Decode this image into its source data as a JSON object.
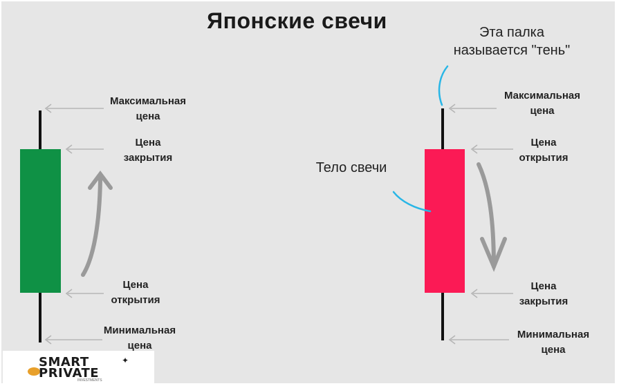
{
  "title": "Японские свечи",
  "bullish": {
    "color": "#0f9145",
    "max_label": [
      "Максимальная",
      "цена"
    ],
    "close_label": [
      "Цена",
      "закрытия"
    ],
    "open_label": [
      "Цена",
      "открытия"
    ],
    "min_label": [
      "Минимальная",
      "цена"
    ]
  },
  "bearish": {
    "color": "#fb1a55",
    "shadow_note": [
      "Эта палка",
      "называется \"тень\""
    ],
    "body_note": "Тело свечи",
    "max_label": [
      "Максимальная",
      "цена"
    ],
    "open_label": [
      "Цена",
      "открытия"
    ],
    "close_label": [
      "Цена",
      "закрытия"
    ],
    "min_label": [
      "Минимальная",
      "цена"
    ]
  },
  "logo": {
    "line1": "SMART",
    "line2": "PRIVATE",
    "tagline": "INVESTMENTS"
  },
  "colors": {
    "background": "#e6e6e6",
    "pointer_arrow": "#b5b5b5",
    "curved_arrow": "#9a9a9a",
    "callout": "#29b6e6"
  }
}
